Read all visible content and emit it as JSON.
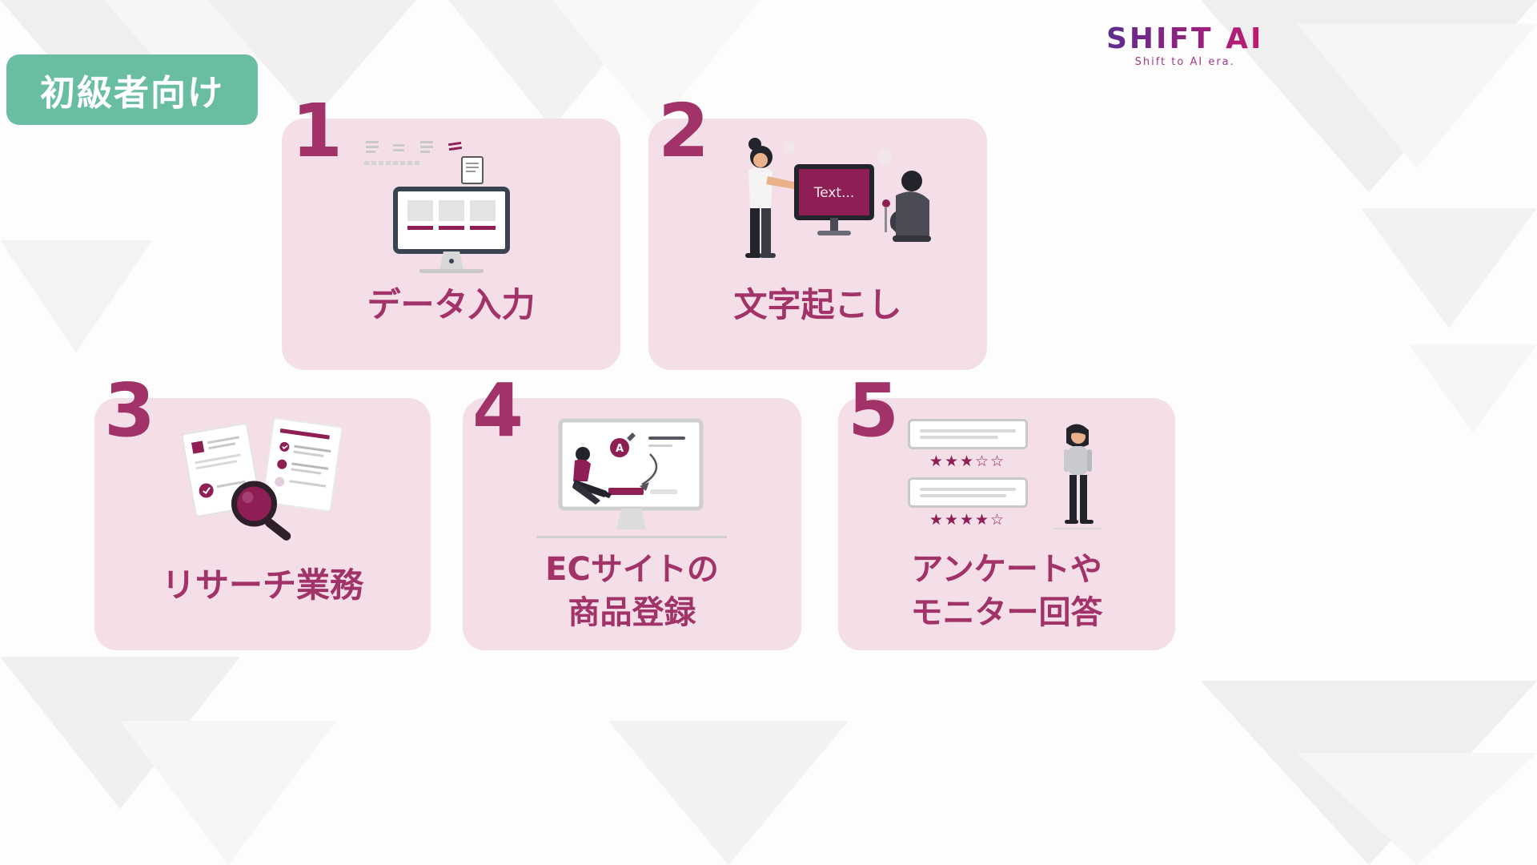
{
  "badge": {
    "label": "初級者向け"
  },
  "logo": {
    "name": "SHIFT AI",
    "tagline": "Shift to AI era."
  },
  "colors": {
    "badge_bg": "#69BDA0",
    "card_bg": "#F4DFE9",
    "accent_text": "#A23368",
    "illustration_magenta": "#8E1E53",
    "logo_gradient_start": "#5B2D8F",
    "logo_gradient_end": "#C21A6F"
  },
  "cards": [
    {
      "number": "1",
      "label_lines": [
        "データ入力"
      ],
      "illustration": "desktop-monitor-data-icon"
    },
    {
      "number": "2",
      "label_lines": [
        "文字起こし"
      ],
      "screen_text": "Text...",
      "illustration": "people-at-computer-icon"
    },
    {
      "number": "3",
      "label_lines": [
        "リサーチ業務"
      ],
      "illustration": "documents-magnifier-icon"
    },
    {
      "number": "4",
      "label_lines": [
        "ECサイトの",
        "商品登録"
      ],
      "badge_letter": "A",
      "illustration": "person-on-monitor-flowchart-icon"
    },
    {
      "number": "5",
      "label_lines": [
        "アンケートや",
        "モニター回答"
      ],
      "ratings": [
        "★★★☆☆",
        "★★★★☆"
      ],
      "illustration": "reviews-stars-person-icon"
    }
  ]
}
